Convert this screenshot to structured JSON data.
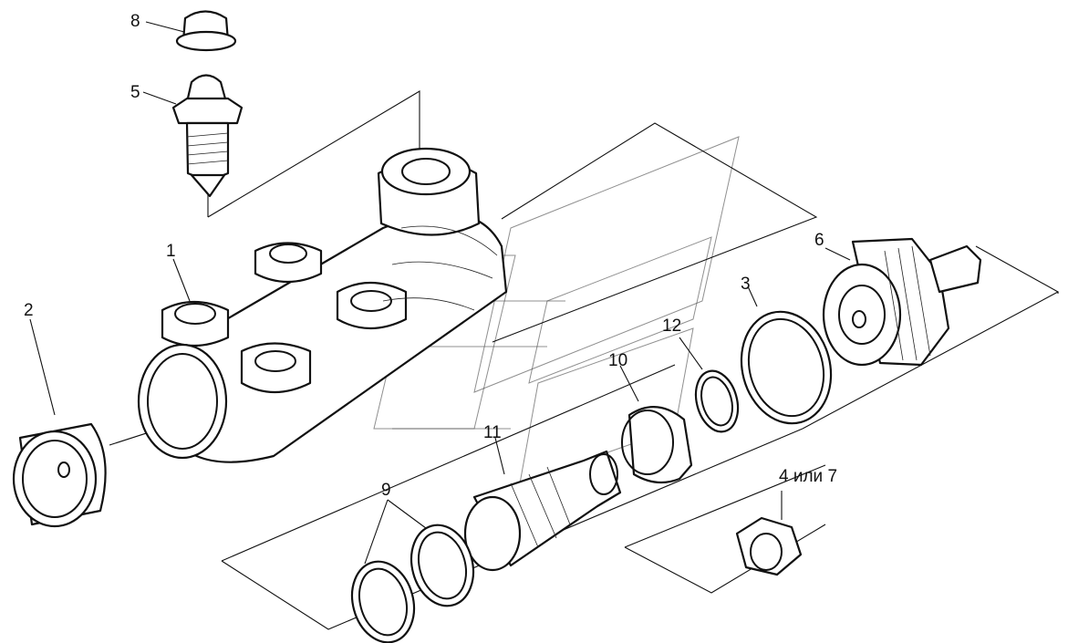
{
  "labels": {
    "l1": "1",
    "l2": "2",
    "l3": "3",
    "l4": "4 или 7",
    "l5": "5",
    "l6": "6",
    "l8": "8",
    "l9": "9",
    "l10": "10",
    "l11": "11",
    "l12": "12"
  }
}
